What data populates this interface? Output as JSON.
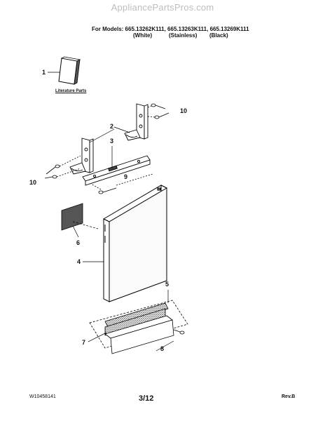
{
  "watermark": "AppliancePartsPros.com",
  "header": {
    "models_line": "For Models: 665.13262K111, 665.13263K111, 665.13269K111",
    "variants": [
      "(White)",
      "(Stainless)",
      "(Black)"
    ]
  },
  "literature_label": "Literature Parts",
  "callouts": {
    "c1": "1",
    "c2": "2",
    "c3": "3",
    "c4": "4",
    "c5": "5",
    "c6": "6",
    "c7": "7",
    "c8": "8",
    "c9": "9",
    "c10a": "10",
    "c10b": "10"
  },
  "footer": {
    "doc_number": "W10458141",
    "page": "3/12",
    "revision": "Rev.B"
  }
}
